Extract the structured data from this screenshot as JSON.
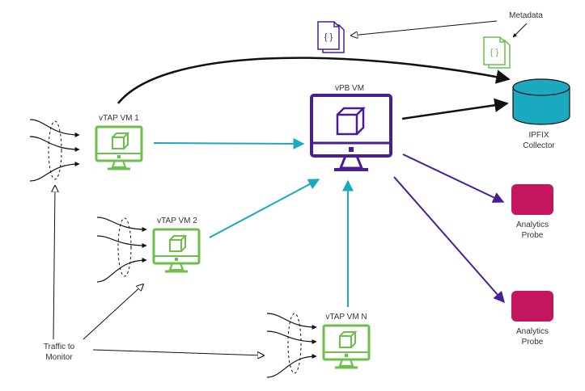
{
  "labels": {
    "metadata": "Metadata",
    "vpb_vm": "vPB VM",
    "vtap_vm_1": "vTAP VM 1",
    "vtap_vm_2": "vTAP VM 2",
    "vtap_vm_n": "vTAP VM N",
    "ipfix_line1": "IPFIX",
    "ipfix_line2": "Collector",
    "analytics_1_line1": "Analytics",
    "analytics_1_line2": "Probe",
    "analytics_2_line1": "Analytics",
    "analytics_2_line2": "Probe",
    "traffic_line1": "Traffic to",
    "traffic_line2": "Monitor"
  },
  "colors": {
    "vpb": "#4a1d96",
    "vtap": "#6cc04a",
    "cyan_link": "#1aa9bf",
    "ipfix": "#1aa9bf",
    "probe": "#c3165f",
    "metadata_doc_purple": "#4a1d96",
    "metadata_doc_green": "#6cc04a",
    "text": "#333333",
    "black": "#111111"
  },
  "icons": {
    "vpb": "monitor-cube-icon",
    "vtap": "monitor-cube-icon",
    "metadata_doc": "json-document-icon",
    "ipfix": "database-cylinder-icon",
    "probe": "rounded-square-icon"
  }
}
